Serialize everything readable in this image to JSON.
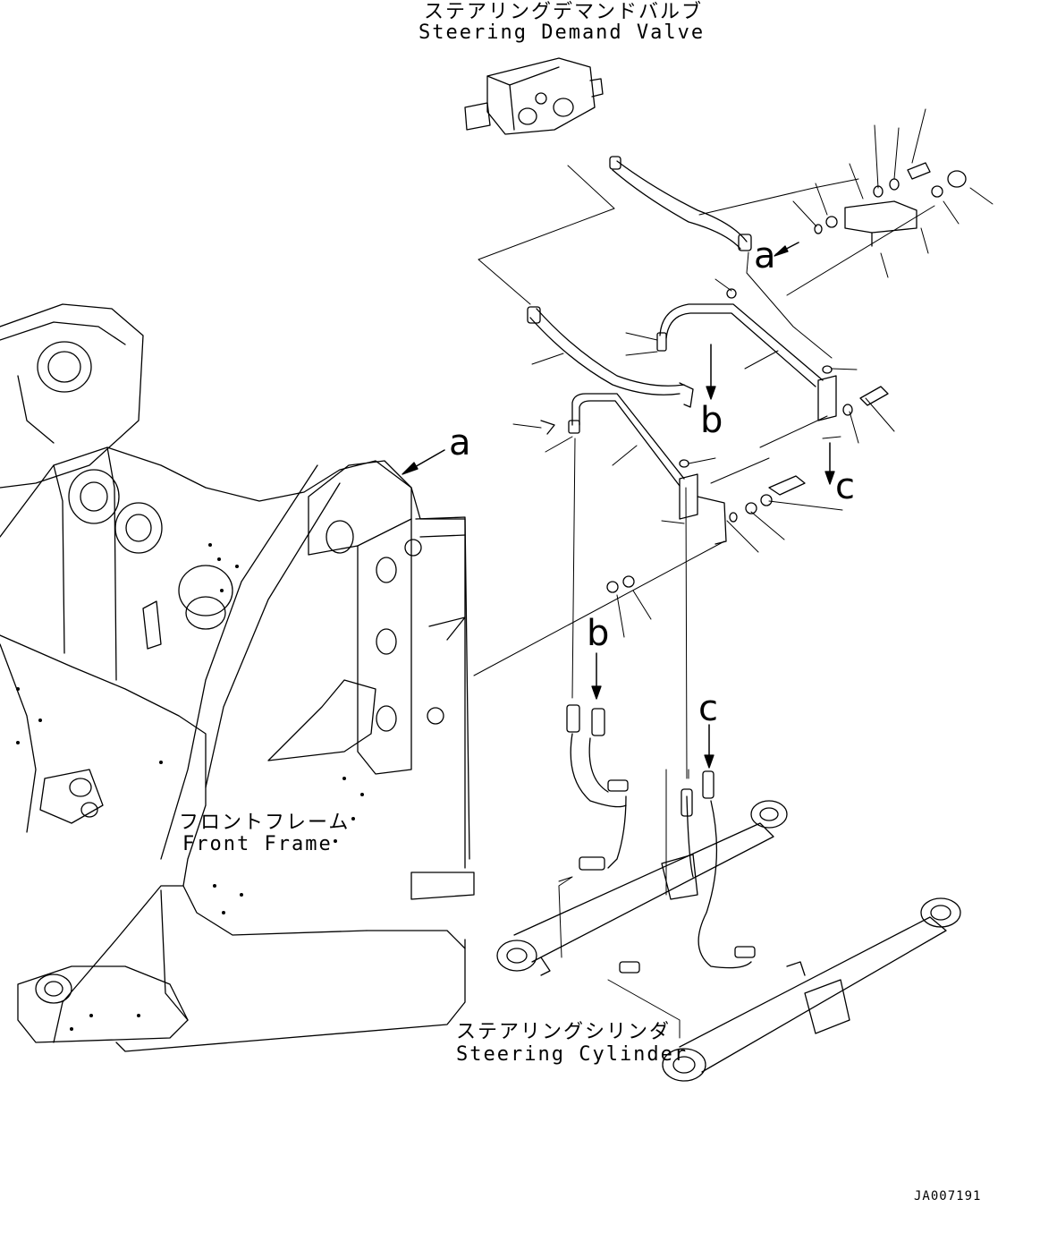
{
  "labels": {
    "valve": {
      "jp": "ステアリングデマンドバルブ",
      "en": "Steering Demand Valve"
    },
    "frame": {
      "jp": "フロントフレーム",
      "en": "Front Frame"
    },
    "cylinder": {
      "jp": "ステアリングシリンダ",
      "en": "Steering Cylinder"
    }
  },
  "refs": {
    "a": "a",
    "b": "b",
    "c": "c"
  },
  "drawing_code": "JA007191"
}
